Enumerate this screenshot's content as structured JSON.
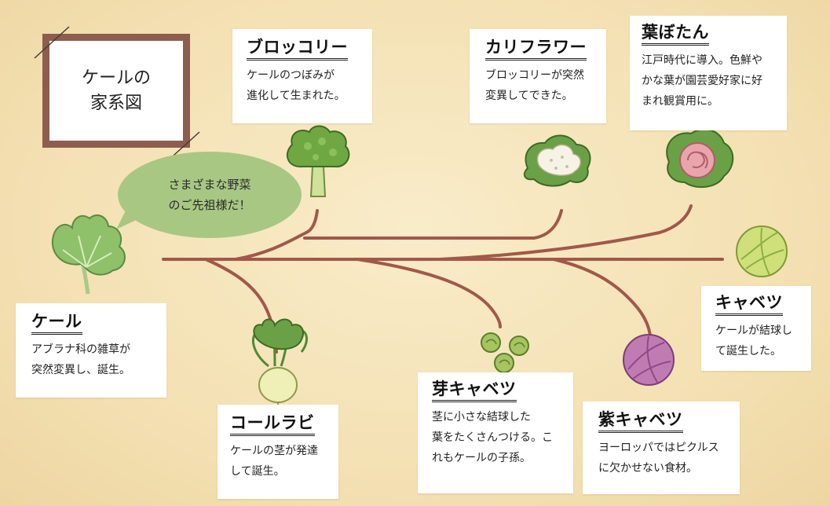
{
  "frame": {
    "title": "ケールの\n家系図"
  },
  "bubble": {
    "text": "さまざまな野菜\nのご先祖様だ！"
  },
  "cards": {
    "broccoli": {
      "title": "ブロッコリー",
      "body": "ケールのつぼみが\n進化して生まれた。"
    },
    "cauliflower": {
      "title": "カリフラワー",
      "body": "ブロッコリーが突然\n変異してできた。"
    },
    "habotan": {
      "title": "葉ぼたん",
      "body": "江戸時代に導入。色鮮や\nかな葉が園芸愛好家に好\nまれ観賞用に。"
    },
    "kale": {
      "title": "ケール",
      "body": "アブラナ科の雑草が\n突然変異し、誕生。"
    },
    "kohlrabi": {
      "title": "コールラビ",
      "body": "ケールの茎が発達\nして誕生。"
    },
    "sprouts": {
      "title": "芽キャベツ",
      "body": "茎に小さな結球した\n葉をたくさんつける。こ\nれもケールの子孫。"
    },
    "red_cabbage": {
      "title": "紫キャベツ",
      "body": "ヨーロッパではピクルス\nに欠かせない食材。"
    },
    "cabbage": {
      "title": "キャベツ",
      "body": "ケールが結球し\nて誕生した。"
    }
  },
  "colors": {
    "branch": "#a1584a",
    "frame": "#8d5d4f",
    "bubble": "#a8c783",
    "background": "#f4e1b4"
  },
  "icons": [
    "kale-icon",
    "broccoli-icon",
    "cauliflower-icon",
    "habotan-icon",
    "cabbage-icon",
    "kohlrabi-icon",
    "brussels-sprouts-icon",
    "red-cabbage-icon"
  ]
}
